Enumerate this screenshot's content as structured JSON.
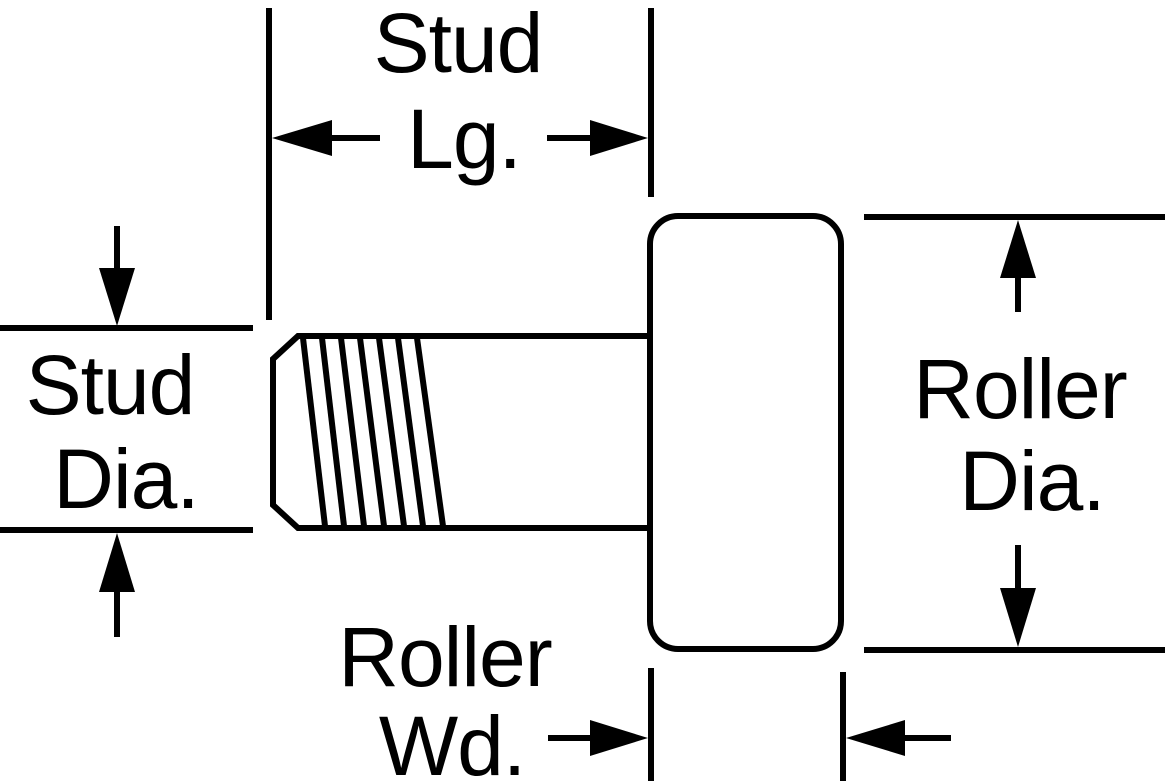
{
  "labels": {
    "stud_length": [
      "Stud",
      "Lg."
    ],
    "stud_diameter": [
      "Stud",
      "Dia."
    ],
    "roller_diameter": [
      "Roller",
      "Dia."
    ],
    "roller_width": [
      "Roller",
      "Wd."
    ]
  },
  "colors": {
    "ink": "#000000",
    "background": "#ffffff"
  }
}
